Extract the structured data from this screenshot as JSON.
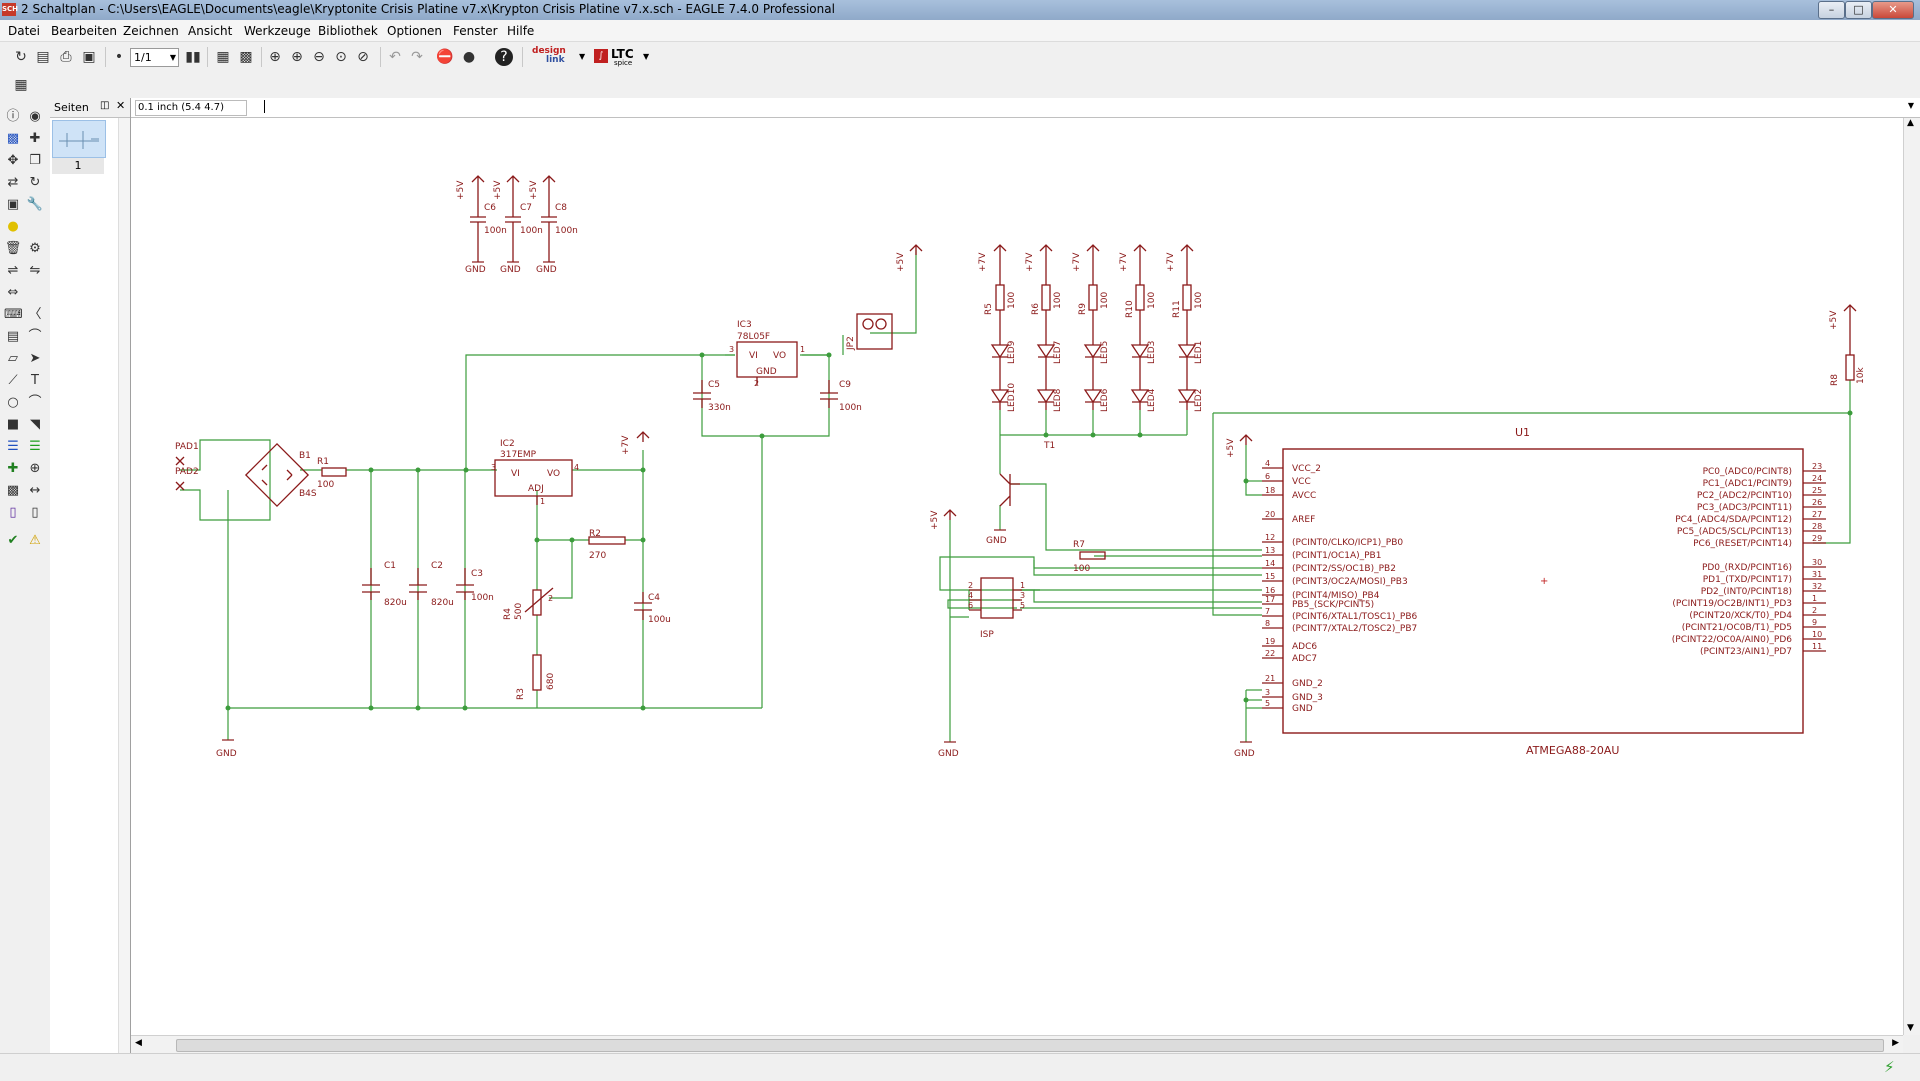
{
  "window": {
    "icon_text": "SCH",
    "title": "2 Schaltplan - C:\\Users\\EAGLE\\Documents\\eagle\\Kryptonite Crisis Platine v7.x\\Krypton Crisis Platine v7.x.sch - EAGLE 7.4.0 Professional"
  },
  "menu": [
    "Datei",
    "Bearbeiten",
    "Zeichnen",
    "Ansicht",
    "Werkzeuge",
    "Bibliothek",
    "Optionen",
    "Fenster",
    "Hilfe"
  ],
  "toolbar": {
    "sheet_select": "1/1",
    "designlink_top": "design",
    "designlink_bottom": "link",
    "ltc": "LTC",
    "ltc_sub": "spice"
  },
  "pages_panel": {
    "title": "Seiten",
    "page_number": "1"
  },
  "coordinate": "0.1 inch (5.4 4.7)",
  "schematic": {
    "supplies": {
      "p5v": "+5V",
      "p7v": "+7V",
      "gnd": "GND"
    },
    "decoupling": [
      {
        "name": "C6",
        "value": "100n"
      },
      {
        "name": "C7",
        "value": "100n"
      },
      {
        "name": "C8",
        "value": "100n"
      }
    ],
    "pads": [
      "PAD1",
      "PAD2"
    ],
    "bridge": {
      "name": "B1",
      "value": "B4S"
    },
    "r1": {
      "name": "R1",
      "value": "100"
    },
    "c1": {
      "name": "C1",
      "value": "820u"
    },
    "c2": {
      "name": "C2",
      "value": "820u"
    },
    "c3": {
      "name": "C3",
      "value": "100n"
    },
    "c4": {
      "name": "C4",
      "value": "100u"
    },
    "c5": {
      "name": "C5",
      "value": "330n"
    },
    "c9": {
      "name": "C9",
      "value": "100n"
    },
    "ic2": {
      "name": "IC2",
      "value": "317EMP",
      "vi": "VI",
      "vo": "VO",
      "adj": "ADJ",
      "pin_in": "3",
      "pin_out": "4",
      "pin_adj": "1"
    },
    "ic3": {
      "name": "IC3",
      "value": "78L05F",
      "vi": "VI",
      "vo": "VO",
      "gnd": "GND",
      "pin_in": "3",
      "pin_out": "1",
      "pin_gnd": "2"
    },
    "r2": {
      "name": "R2",
      "value": "270"
    },
    "r3": {
      "name": "R3",
      "value": "680"
    },
    "r4": {
      "name": "R4",
      "value": "500",
      "pin2": "2"
    },
    "jp2": "JP2",
    "led_resistors": [
      {
        "name": "R5",
        "value": "100"
      },
      {
        "name": "R6",
        "value": "100"
      },
      {
        "name": "R9",
        "value": "100"
      },
      {
        "name": "R10",
        "value": "100"
      },
      {
        "name": "R11",
        "value": "100"
      }
    ],
    "leds_top": [
      "LED9",
      "LED7",
      "LED5",
      "LED3",
      "LED1"
    ],
    "leds_bottom": [
      "LED10",
      "LED8",
      "LED6",
      "LED4",
      "LED2"
    ],
    "transistor": "T1",
    "r7": {
      "name": "R7",
      "value": "100"
    },
    "r8": {
      "name": "R8",
      "value": "10k"
    },
    "isp": {
      "name": "ISP",
      "pins_left": [
        "2",
        "4",
        "6"
      ],
      "pins_right": [
        "1",
        "3",
        "5"
      ]
    },
    "mcu": {
      "name": "U1",
      "value": "ATMEGA88-20AU",
      "left": [
        {
          "pin": "4",
          "label": "VCC_2"
        },
        {
          "pin": "6",
          "label": "VCC"
        },
        {
          "pin": "18",
          "label": "AVCC"
        },
        {
          "pin": "20",
          "label": "AREF"
        },
        {
          "pin": "12",
          "label": "(PCINT0/CLKO/ICP1)_PB0"
        },
        {
          "pin": "13",
          "label": "(PCINT1/OC1A)_PB1"
        },
        {
          "pin": "14",
          "label": "(PCINT2/SS/OC1B)_PB2"
        },
        {
          "pin": "15",
          "label": "(PCINT3/OC2A/MOSI)_PB3"
        },
        {
          "pin": "16",
          "label": "(PCINT4/MISO)_PB4"
        },
        {
          "pin": "17",
          "label": "PB5_(SCK/PCINT5)"
        },
        {
          "pin": "7",
          "label": "(PCINT6/XTAL1/TOSC1)_PB6"
        },
        {
          "pin": "8",
          "label": "(PCINT7/XTAL2/TOSC2)_PB7"
        },
        {
          "pin": "19",
          "label": "ADC6"
        },
        {
          "pin": "22",
          "label": "ADC7"
        },
        {
          "pin": "21",
          "label": "GND_2"
        },
        {
          "pin": "3",
          "label": "GND_3"
        },
        {
          "pin": "5",
          "label": "GND"
        }
      ],
      "right": [
        {
          "pin": "23",
          "label": "PC0_(ADC0/PCINT8)"
        },
        {
          "pin": "24",
          "label": "PC1_(ADC1/PCINT9)"
        },
        {
          "pin": "25",
          "label": "PC2_(ADC2/PCINT10)"
        },
        {
          "pin": "26",
          "label": "PC3_(ADC3/PCINT11)"
        },
        {
          "pin": "27",
          "label": "PC4_(ADC4/SDA/PCINT12)"
        },
        {
          "pin": "28",
          "label": "PC5_(ADC5/SCL/PCINT13)"
        },
        {
          "pin": "29",
          "label": "PC6_(RESET/PCINT14)"
        },
        {
          "pin": "30",
          "label": "PD0_(RXD/PCINT16)"
        },
        {
          "pin": "31",
          "label": "PD1_(TXD/PCINT17)"
        },
        {
          "pin": "32",
          "label": "PD2_(INT0/PCINT18)"
        },
        {
          "pin": "1",
          "label": "(PCINT19/OC2B/INT1)_PD3"
        },
        {
          "pin": "2",
          "label": "(PCINT20/XCK/T0)_PD4"
        },
        {
          "pin": "9",
          "label": "(PCINT21/OC0B/T1)_PD5"
        },
        {
          "pin": "10",
          "label": "(PCINT22/OC0A/AIN0)_PD6"
        },
        {
          "pin": "11",
          "label": "(PCINT23/AIN1)_PD7"
        }
      ]
    }
  }
}
